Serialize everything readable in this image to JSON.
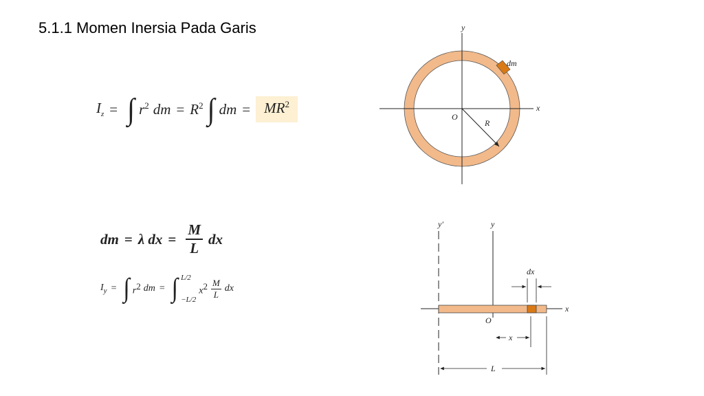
{
  "title": "5.1.1 Momen Inersia Pada Garis",
  "equation1": {
    "lhs_symbol": "I",
    "lhs_subscript": "z",
    "eq": "=",
    "integrand": "r",
    "power": "2",
    "dm": "dm",
    "eq2": "=",
    "R": "R",
    "R_power": "2",
    "dm2": "dm",
    "eq3": "=",
    "result": "MR",
    "result_power": "2"
  },
  "equation2": {
    "lhs": "dm",
    "eq": "=",
    "lambda_dx": "λ dx",
    "eq2": "=",
    "num": "M",
    "den": "L",
    "dx": "dx"
  },
  "equation3": {
    "lhs_symbol": "I",
    "lhs_subscript": "y",
    "eq": "=",
    "integrand": "r",
    "power": "2",
    "dm": "dm",
    "eq2": "=",
    "upper": "L/2",
    "lower": "−L/2",
    "x": "x",
    "x_power": "2",
    "num": "M",
    "den": "L",
    "dx": "dx"
  },
  "ring_diagram": {
    "y_label": "y",
    "x_label": "x",
    "origin_label": "O",
    "radius_label": "R",
    "element_label": "dm",
    "ring_color": "#f2b98a",
    "element_color": "#d97a17"
  },
  "rod_diagram": {
    "y_prime_label": "y′",
    "y_label": "y",
    "x_label": "x",
    "origin_label": "O",
    "dx_label": "dx",
    "x_dist_label": "x",
    "length_label": "L",
    "rod_color": "#f2b98a",
    "element_color": "#d97a17"
  }
}
